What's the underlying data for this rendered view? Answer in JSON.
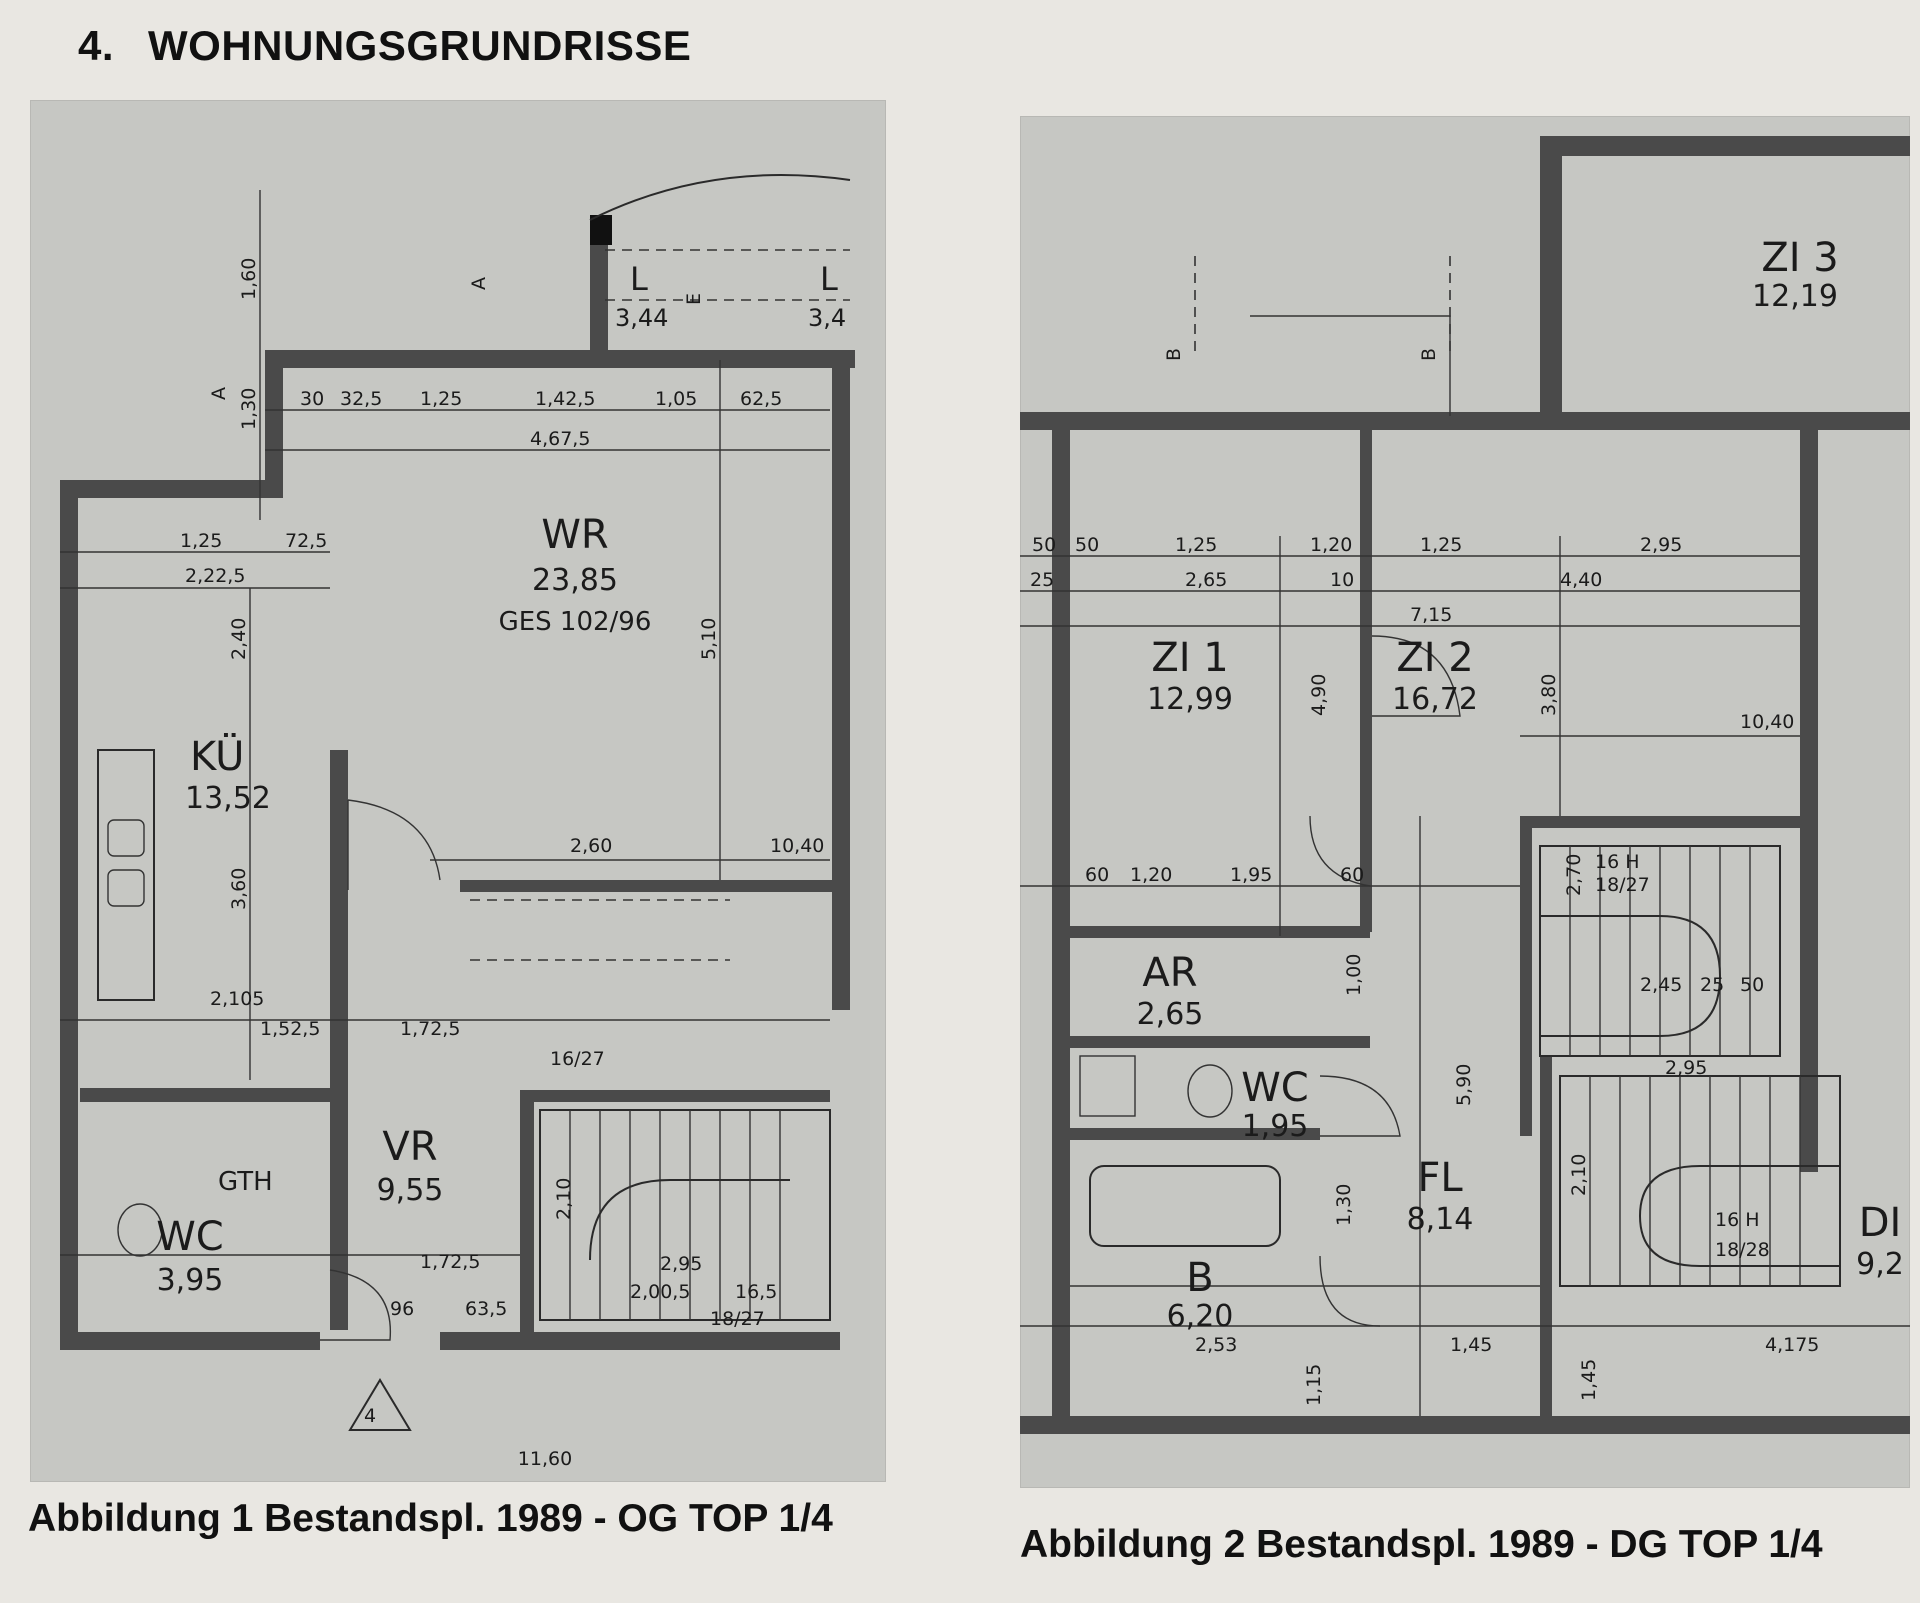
{
  "heading": {
    "number": "4.",
    "title": "WOHNUNGSGRUNDRISSE"
  },
  "plan1": {
    "caption": "Abbildung 1 Bestandspl. 1989 - OG TOP 1/4",
    "rooms": {
      "wr": {
        "name": "WR",
        "area": "23,85",
        "extra": "GES 102/96"
      },
      "ku": {
        "name": "KÜ",
        "area": "13,52"
      },
      "vr": {
        "name": "VR",
        "area": "9,55"
      },
      "wc": {
        "name": "WC",
        "area": "3,95"
      },
      "l1": {
        "name": "L",
        "area": "3,44"
      },
      "l2": {
        "name": "L",
        "area": "3,4"
      }
    },
    "labels": {
      "gth": "GTH",
      "marker": "4",
      "total": "11,60",
      "axis_a1": "A",
      "axis_a2": "A",
      "axis_e": "E"
    },
    "dimensions": [
      "1,60",
      "1,30",
      "30",
      "32,5",
      "1,25",
      "1,42,5",
      "1,05",
      "62,5",
      "4,67,5",
      "1,25",
      "2,22,5",
      "72,5",
      "2,40",
      "5,10",
      "2,60",
      "10,40",
      "3,60",
      "2,105",
      "1,52,5",
      "1,72,5",
      "1,72,5",
      "2,10",
      "96",
      "63,5",
      "2,95",
      "2,00,5",
      "16,5",
      "18/27",
      "16/27"
    ]
  },
  "plan2": {
    "caption": "Abbildung 2 Bestandspl. 1989 - DG TOP 1/4",
    "rooms": {
      "zi1": {
        "name": "ZI 1",
        "area": "12,99"
      },
      "zi2": {
        "name": "ZI 2",
        "area": "16,72"
      },
      "zi3": {
        "name": "ZI 3",
        "area": "12,19"
      },
      "ar": {
        "name": "AR",
        "area": "2,65"
      },
      "wc": {
        "name": "WC",
        "area": "1,95"
      },
      "fl": {
        "name": "FL",
        "area": "8,14"
      },
      "b": {
        "name": "B",
        "area": "6,20"
      },
      "di": {
        "name": "DI",
        "area": "9,2"
      }
    },
    "labels": {
      "stairs1": "16 H",
      "stairs1b": "18/27",
      "stairs2": "16 H",
      "stairs2b": "18/28",
      "axis_b1": "B",
      "axis_b2": "B"
    },
    "dimensions": [
      "50",
      "25",
      "50",
      "1,25",
      "1,20",
      "1,25",
      "2,95",
      "2,65",
      "10",
      "4,40",
      "7,15",
      "4,90",
      "3,80",
      "10,40",
      "60",
      "1,20",
      "1,95",
      "60",
      "1,00",
      "2,70",
      "2,45",
      "25",
      "50",
      "5,90",
      "2,95",
      "2,10",
      "1,30",
      "2,53",
      "1,45",
      "1,15",
      "4,175",
      "1,45"
    ]
  }
}
